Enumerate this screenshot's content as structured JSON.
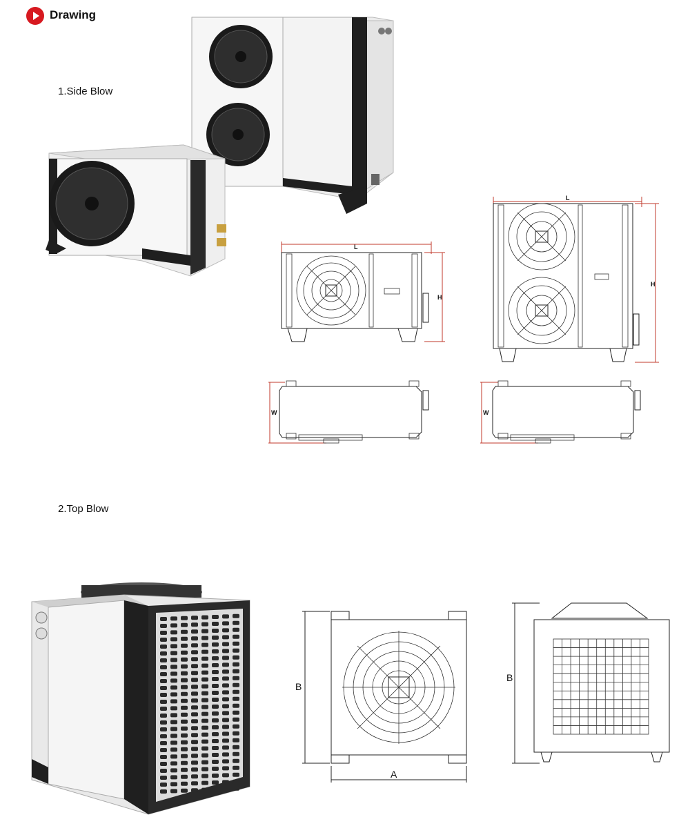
{
  "header": {
    "title": "Drawing",
    "icon": "play-circle-icon",
    "icon_color": "#d71920"
  },
  "sections": [
    {
      "label": "1.Side Blow"
    },
    {
      "label": "2.Top Blow"
    }
  ],
  "side_blow": {
    "front_small": {
      "dim_length": "L",
      "dim_height": "H"
    },
    "front_large": {
      "dim_length": "L",
      "dim_height": "H"
    },
    "top_small": {
      "dim_width": "W"
    },
    "top_large": {
      "dim_width": "W"
    }
  },
  "top_blow": {
    "front": {
      "dim_width": "A",
      "dim_height": "B"
    },
    "side": {
      "dim_height": "B"
    }
  },
  "colors": {
    "dimension_line": "#c0392b",
    "unit_dark": "#2b2b2b",
    "unit_body": "#f2f2f2"
  }
}
